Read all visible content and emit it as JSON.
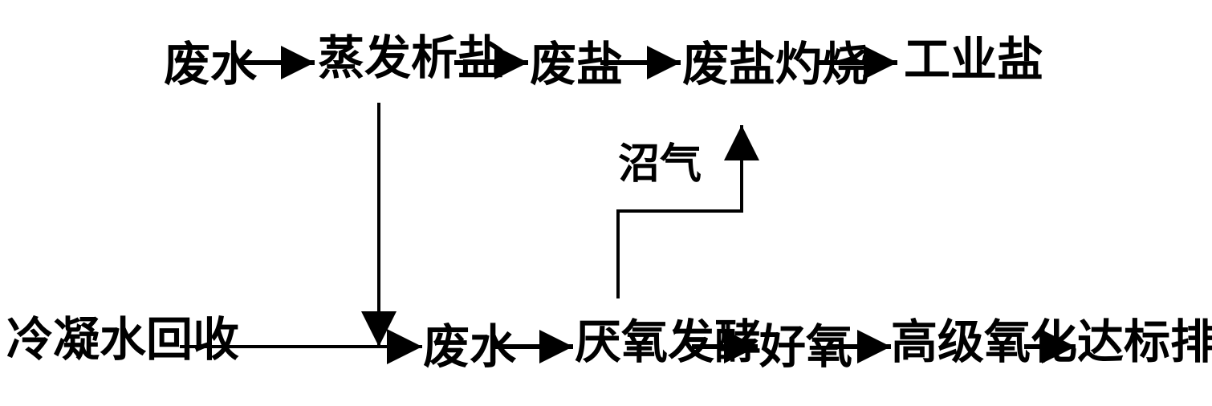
{
  "nodes": {
    "wastewater_top": "废水",
    "evaporation_salt": "蒸发析盐",
    "waste_salt": "废盐",
    "waste_salt_burning": "废盐灼烧",
    "industrial_salt": "工业盐",
    "condensate_recovery": "冷凝水回收",
    "wastewater_bottom": "废水",
    "anaerobic_fermentation": "厌氧发酵",
    "aerobic": "好氧",
    "advanced_oxidation": "高级氧化",
    "discharge_standard": "达标排放"
  },
  "labels": {
    "biogas": "沼气"
  },
  "colors": {
    "ink": "#000000",
    "background": "#ffffff"
  }
}
